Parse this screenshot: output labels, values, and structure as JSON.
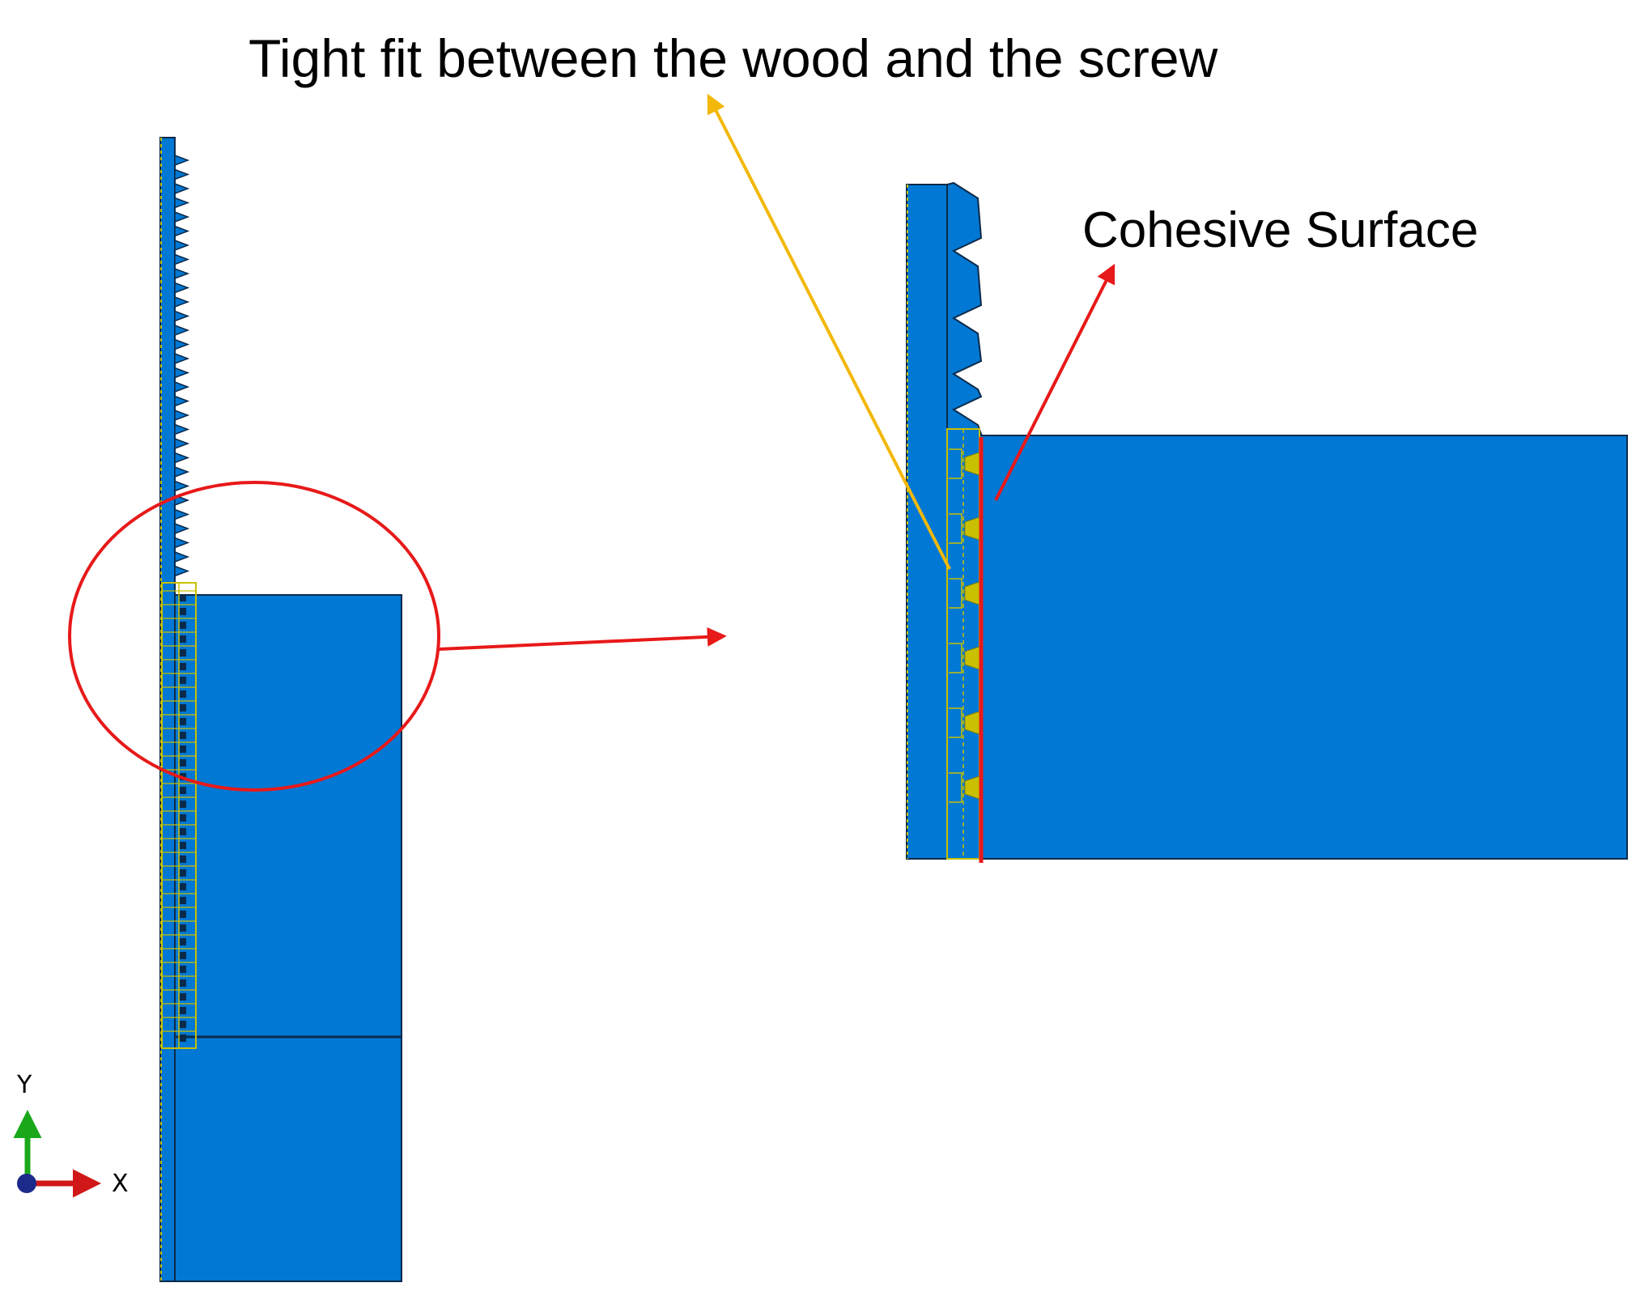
{
  "annotations": {
    "tight_fit": "Tight fit between the wood and the screw",
    "cohesive_surface": "Cohesive Surface"
  },
  "axes": {
    "y_label": "Y",
    "x_label": "X"
  },
  "colors": {
    "body": "#0078d4",
    "edge": "#0b2a4a",
    "mesh": "#c8c000",
    "highlight": "#e81919",
    "callout": "#f2b80a",
    "axis_y": "#1aa81a",
    "axis_x": "#d01818",
    "axis_origin": "#1c2a8a"
  }
}
